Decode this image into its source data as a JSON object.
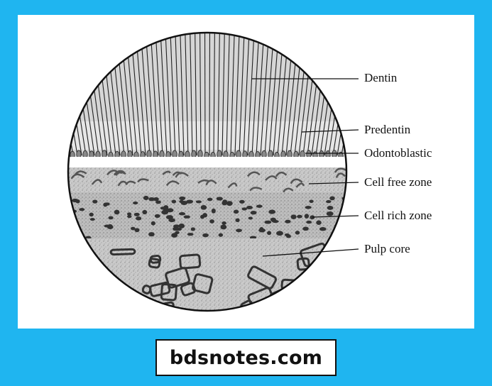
{
  "diagram": {
    "labels": {
      "dentin": "Dentin",
      "predentin": "Predentin",
      "odontoblastic": "Odontoblastic",
      "cell_free_zone": "Cell free zone",
      "cell_rich_zone": "Cell rich zone",
      "pulp_core": "Pulp core"
    }
  },
  "footer": {
    "site": "bdsnotes.com"
  },
  "colors": {
    "background": "#1fb5f0",
    "panel": "#ffffff",
    "ink": "#111111"
  }
}
